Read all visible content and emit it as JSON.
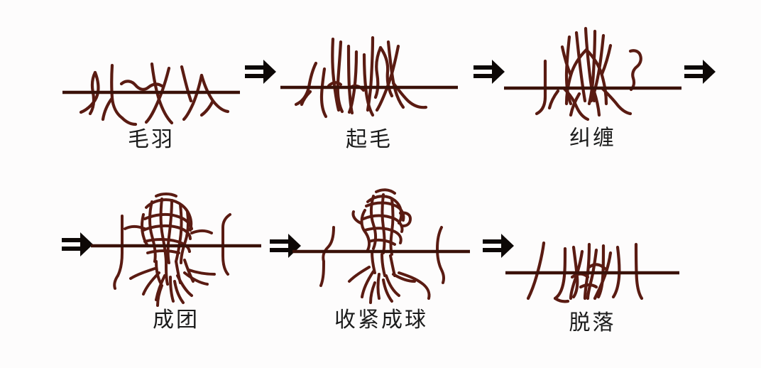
{
  "figure": {
    "title": "",
    "background_color": "#fdfcfc",
    "fiber_color": "#5a1b12",
    "yarn_line_color": "#3a1109",
    "arrow_color": "#0d0806",
    "label_color": "#1b1b1b",
    "arrow_icon": "rightwards-double-arrow"
  },
  "stages": [
    {
      "index": 1,
      "label": "毛羽",
      "icon": "hairiness-fiber-diagram",
      "arrow_before": false,
      "arrow_after": true
    },
    {
      "index": 2,
      "label": "起毛",
      "icon": "fuzzing-fiber-diagram",
      "arrow_before": true,
      "arrow_after": true
    },
    {
      "index": 3,
      "label": "纠缠",
      "icon": "entanglement-fiber-diagram",
      "arrow_before": true,
      "arrow_after": true
    },
    {
      "index": 4,
      "label": "成团",
      "icon": "balling-fiber-diagram",
      "arrow_before": true,
      "arrow_after": false
    },
    {
      "index": 5,
      "label": "收紧成球",
      "icon": "tightened-pill-diagram",
      "arrow_before": true,
      "arrow_after": false
    },
    {
      "index": 6,
      "label": "脱落",
      "icon": "shedding-fiber-diagram",
      "arrow_before": true,
      "arrow_after": false
    }
  ],
  "arrows": [
    {
      "id": "arrow-1-2",
      "glyph": "⇒"
    },
    {
      "id": "arrow-2-3",
      "glyph": "⇒"
    },
    {
      "id": "arrow-3-4",
      "glyph": "⇒"
    },
    {
      "id": "arrow-4-row2",
      "glyph": "⇒"
    },
    {
      "id": "arrow-4-5",
      "glyph": "⇒"
    },
    {
      "id": "arrow-5-6",
      "glyph": "⇒"
    }
  ]
}
